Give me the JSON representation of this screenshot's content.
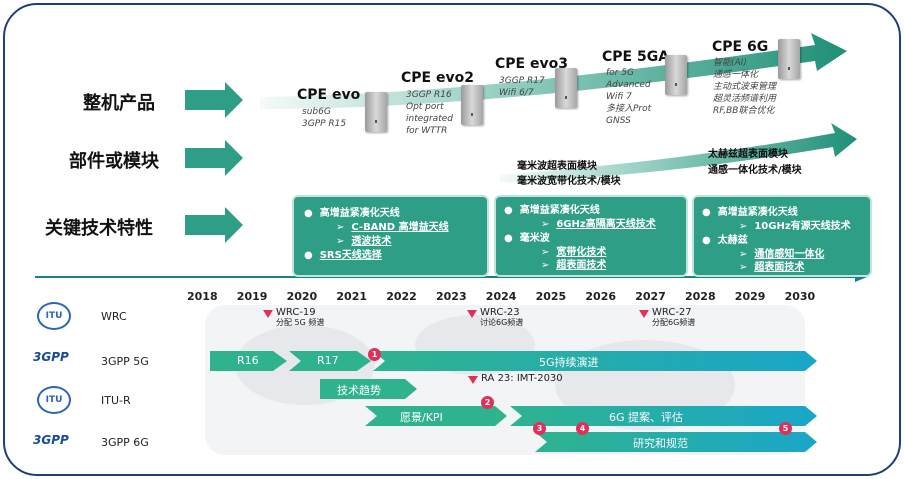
{
  "rows": {
    "products": "整机产品",
    "modules": "部件或模块",
    "features": "关键技术特性"
  },
  "cpe": [
    {
      "title": "CPE evo",
      "desc": "sub6G\n3GPP R15"
    },
    {
      "title": "CPE evo2",
      "desc": "3GGP R16\nOpt port\nintegrated\nfor WTTR"
    },
    {
      "title": "CPE evo3",
      "desc": "3GGP R17\nWifi 6/7"
    },
    {
      "title": "CPE 5GA",
      "desc": "for 5G\nAdvanced\nWifi 7\n多接入Prot\nGNSS"
    },
    {
      "title": "CPE 6G",
      "desc": "智能(AI)\n通感一体化\n主动式波束管理\n超灵活频谱利用\nRF,BB联合优化"
    }
  ],
  "modules": {
    "mm_surface": "毫米波超表面模块",
    "mm_wideband": "毫米波宽带化技术/模块",
    "thz_surface": "太赫兹超表面模块",
    "isac_module": "通感一体化技术/模块"
  },
  "features": {
    "box1": {
      "b1": "高增益紧凑化天线",
      "s1": "C-BAND 高增益天线",
      "s2": "透波技术",
      "b2": "SRS天线选择"
    },
    "box2": {
      "b1": "高增益紧凑化天线",
      "s1": "6GHz高隔离天线技术",
      "b2": "毫米波",
      "s2": "宽带化技术",
      "s3": "超表面技术"
    },
    "box3": {
      "b1": "高增益紧凑化天线",
      "s1": "10GHz有源天线技术",
      "b2": "太赫兹",
      "s2": "通信感知一体化",
      "s3": "超表面技术"
    }
  },
  "years": [
    "2018",
    "2019",
    "2020",
    "2021",
    "2022",
    "2023",
    "2024",
    "2025",
    "2026",
    "2027",
    "2028",
    "2029",
    "2030"
  ],
  "orgs": {
    "wrc": "WRC",
    "gpp5g": "3GPP 5G",
    "itur": "ITU-R",
    "gpp6g": "3GPP 6G",
    "itu_logo": "ITU",
    "gpp_logo": "3GPP"
  },
  "events": {
    "wrc19": "WRC-19",
    "wrc19_sub": "分配 5G 频谱",
    "wrc23": "WRC-23",
    "wrc23_sub": "讨论6G频谱",
    "wrc27": "WRC-27",
    "wrc27_sub": "分配6G频谱",
    "ra23": "RA 23: IMT-2030"
  },
  "pills": {
    "r16": "R16",
    "r17": "R17",
    "evolution": "5G持续演进",
    "tech_trend": "技术趋势",
    "vision": "愿景/KPI",
    "proposal": "6G 提案、评估",
    "research": "研究和规范"
  },
  "markers": [
    "1",
    "2",
    "3",
    "4",
    "5"
  ],
  "colors": {
    "teal": "#2e9e86",
    "teal_light": "#44b9a0",
    "red": "#e0305a",
    "frame": "#1f3f7a"
  }
}
